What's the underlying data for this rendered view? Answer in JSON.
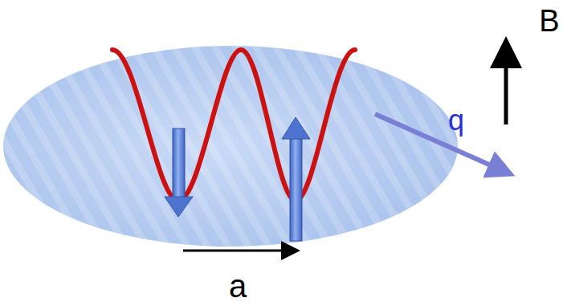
{
  "diagram": {
    "labels": [
      "B",
      "q",
      "a"
    ]
  }
}
